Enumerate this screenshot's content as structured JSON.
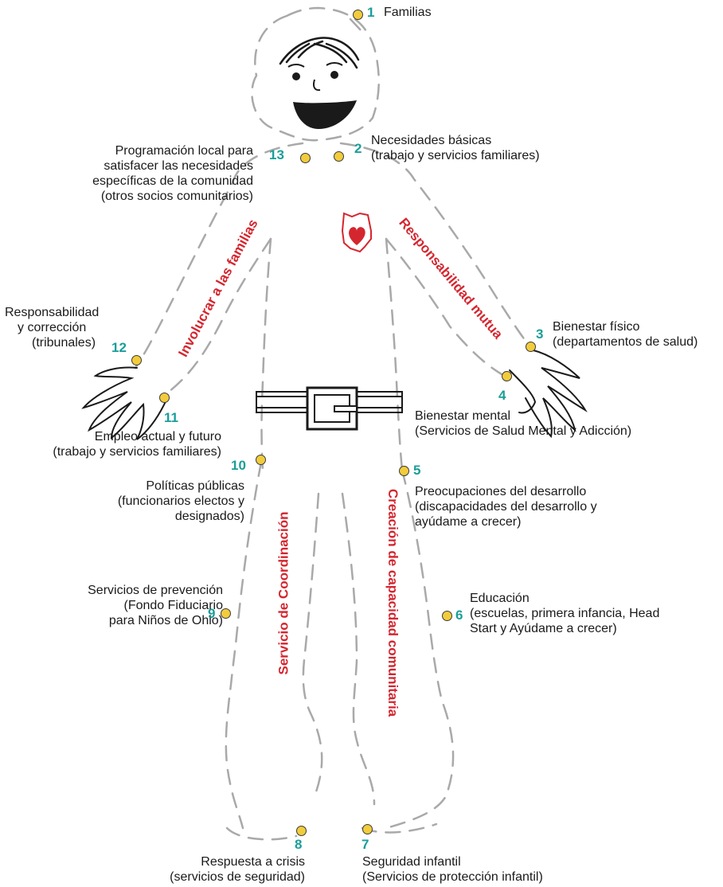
{
  "themes": {
    "engage": "Involucrar a las familias",
    "mutual": "Responsabilidad mutua",
    "coordination": "Servicio de Coordinación",
    "capacity": "Creación de capacidad comunitaria"
  },
  "points": [
    {
      "number": "1",
      "lines": [
        "Familias"
      ]
    },
    {
      "number": "2",
      "lines": [
        "Necesidades básicas",
        "(trabajo y servicios familiares)"
      ]
    },
    {
      "number": "3",
      "lines": [
        "Bienestar físico",
        "(departamentos de salud)"
      ]
    },
    {
      "number": "4",
      "lines": [
        "Bienestar mental",
        "(Servicios de Salud Mental y Adicción)"
      ]
    },
    {
      "number": "5",
      "lines": [
        "Preocupaciones del desarrollo",
        "(discapacidades del desarrollo y",
        "ayúdame a crecer)"
      ]
    },
    {
      "number": "6",
      "lines": [
        "Educación",
        "(escuelas, primera infancia, Head",
        "Start y Ayúdame a crecer)"
      ]
    },
    {
      "number": "7",
      "lines": [
        "Seguridad infantil",
        "(Servicios de protección infantil)"
      ]
    },
    {
      "number": "8",
      "lines": [
        "Respuesta a crisis",
        "(servicios de seguridad)"
      ]
    },
    {
      "number": "9",
      "lines": [
        "Servicios de prevención",
        "(Fondo Fiduciario",
        "para Niños de Ohio)"
      ]
    },
    {
      "number": "10",
      "lines": [
        "Políticas públicas",
        "(funcionarios electos y",
        "designados)"
      ]
    },
    {
      "number": "11",
      "lines": [
        "Empleo actual y futuro",
        "(trabajo y servicios familiares)"
      ]
    },
    {
      "number": "12",
      "lines": [
        "Responsabilidad",
        "y corrección",
        "(tribunales)"
      ]
    },
    {
      "number": "13",
      "lines": [
        "Programación local para",
        "satisfacer las necesidades",
        "específicas de la comunidad",
        "(otros socios comunitarios)"
      ]
    }
  ],
  "colors": {
    "outline": "#a9a9a9",
    "theme_text": "#d4262f",
    "number": "#1a9e9a",
    "dot_fill": "#f2cc3c",
    "heart": "#d4262f"
  },
  "icons": [
    "boy-figure-outline",
    "ohio-heart-icon",
    "belt-buckle"
  ]
}
